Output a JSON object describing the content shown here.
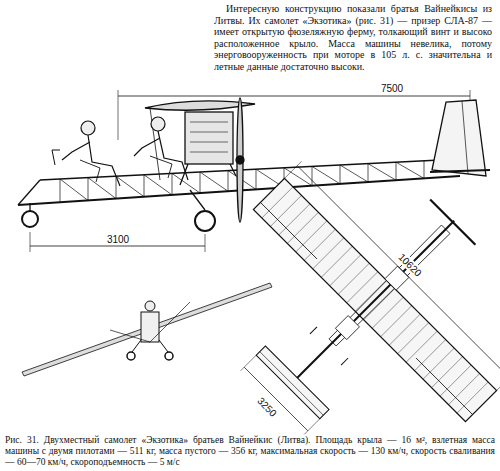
{
  "diagram": {
    "caption": "Рис. 31. Двухместный самолет «Экзотика» братьев Вайнейкис (Литва). Площадь крыла — 16 м², взлетная масса машины с двумя пилотами — 511 кг, масса пустого — 356 кг, максимальная скорость — 130 км/ч, скорость сваливания — 60—70 км/ч, скороподъемность — 5 м/с",
    "labels": [
      "Интересную конструкцию показали братья Вайнейкисы из Литвы. Их самолет «Экзотика» (рис. 31) — призер СЛА-87 — имеет открытую фюзеляжную ферму, толкающий винт и высоко расположенное крыло. Масса машины невелика, потому энерговооруженность при моторе в 105 л. с. значительна и летные данные достаточно высоки.",
      "7500",
      "3100",
      "10620",
      "3250"
    ]
  }
}
